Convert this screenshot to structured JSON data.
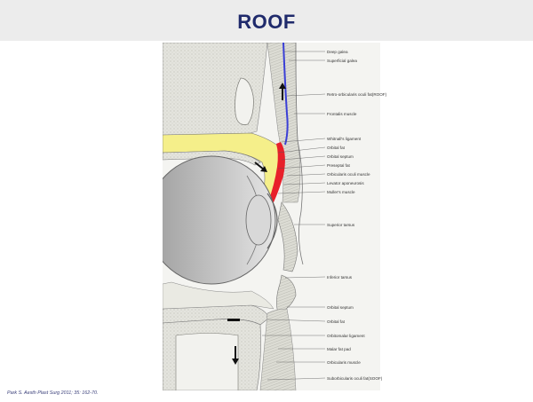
{
  "slide": {
    "title": "ROOF",
    "citation": "Park S. Aesth Plast Surg 2011; 35: 162-70."
  },
  "diagram": {
    "labels": [
      "Deep galea",
      "Superficial galea",
      "Retro-orbicularis oculi fat(ROOF)",
      "Frontalis muscle",
      "Whitnall's ligament",
      "Orbital fat",
      "Orbital septum",
      "Preseptal fat",
      "Orbicularis oculi muscle",
      "Levator aponeurosis",
      "Muller's muscle",
      "Superior tarsus",
      "Inferior tarsus",
      "Orbital septum",
      "Orbital fat",
      "Orbitomalar ligament",
      "Malar fat pad",
      "Orbicularis muscle",
      "Suborbicularis oculi fat(SOOF)"
    ],
    "colors": {
      "roof_fat": "#f5ef8a",
      "red_highlight": "#e8202a",
      "blue_line": "#3a3fd6",
      "bone": "#d9d9d2",
      "eye": "#bdbdbd"
    }
  }
}
